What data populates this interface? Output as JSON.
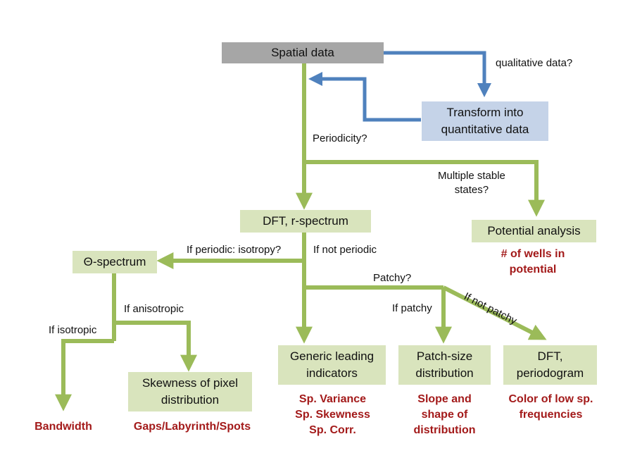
{
  "nodes": {
    "spatial_data": "Spatial data",
    "transform": "Transform into\nquantitative data",
    "dft_r_spectrum": "DFT, r-spectrum",
    "potential_analysis": "Potential analysis",
    "theta_spectrum": "Θ-spectrum",
    "generic_indicators": "Generic leading\nindicators",
    "patch_size": "Patch-size\ndistribution",
    "dft_periodogram": "DFT,\nperiodogram",
    "skewness": "Skewness of pixel\ndistribution"
  },
  "edge_labels": {
    "qualitative": "qualitative data?",
    "periodicity": "Periodicity?",
    "multiple_states": "Multiple stable\nstates?",
    "if_periodic": "If periodic: isotropy?",
    "if_not_periodic": "If not periodic",
    "patchy": "Patchy?",
    "if_patchy": "If patchy",
    "if_not_patchy": "If not patchy",
    "if_anisotropic": "If anisotropic",
    "if_isotropic": "If isotropic"
  },
  "outcomes": {
    "wells": "# of wells in\npotential",
    "bandwidth": "Bandwidth",
    "gaps": "Gaps/Labyrinth/Spots",
    "sp_stats": "Sp. Variance\nSp. Skewness\nSp. Corr.",
    "slope": "Slope and\nshape of\ndistribution",
    "color": "Color of low sp.\nfrequencies"
  },
  "colors": {
    "green_arrow": "#9bbb59",
    "blue_arrow": "#4f81bd",
    "outcome_text": "#a31a1a"
  }
}
